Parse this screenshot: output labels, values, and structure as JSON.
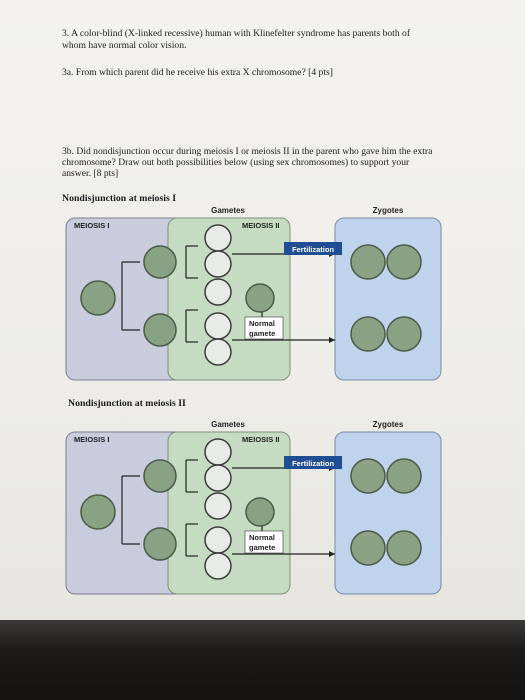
{
  "question": {
    "q3_line1": "3. A color-blind (X-linked recessive) human with Klinefelter syndrome has parents both of",
    "q3_line2": "whom have normal color vision.",
    "q3a": "3a. From which parent did he receive his extra X chromosome? [4 pts]",
    "q3b_line1": "3b. Did nondisjunction occur during meiosis I or meiosis II in the parent who gave him the extra",
    "q3b_line2": "chromosome? Draw out both possibilities below (using sex chromosomes) to support your",
    "q3b_line3": "answer. [8 pts]"
  },
  "diagrams": [
    {
      "heading": "Nondisjunction at meiosis I",
      "gametes_label": "Gametes",
      "zygotes_label": "Zygotes",
      "meiosis1_label": "MEIOSIS I",
      "meiosis2_label": "MEIOSIS II",
      "fertilization_label": "Fertilization",
      "normal_label_1": "Normal",
      "normal_label_2": "gamete"
    },
    {
      "heading": "Nondisjunction at meiosis II",
      "gametes_label": "Gametes",
      "zygotes_label": "Zygotes",
      "meiosis1_label": "MEIOSIS I",
      "meiosis2_label": "MEIOSIS II",
      "fertilization_label": "Fertilization",
      "normal_label_1": "Normal",
      "normal_label_2": "gamete"
    }
  ],
  "colors": {
    "meiosis1_box": "#c8ccdc",
    "meiosis2_box": "#c6dcc2",
    "zygote_box": "#bfd3ec",
    "cell_fill": "#8aa284",
    "gamete_fill": "#e8ece6",
    "fertilization_bg": "#1f4e94"
  }
}
